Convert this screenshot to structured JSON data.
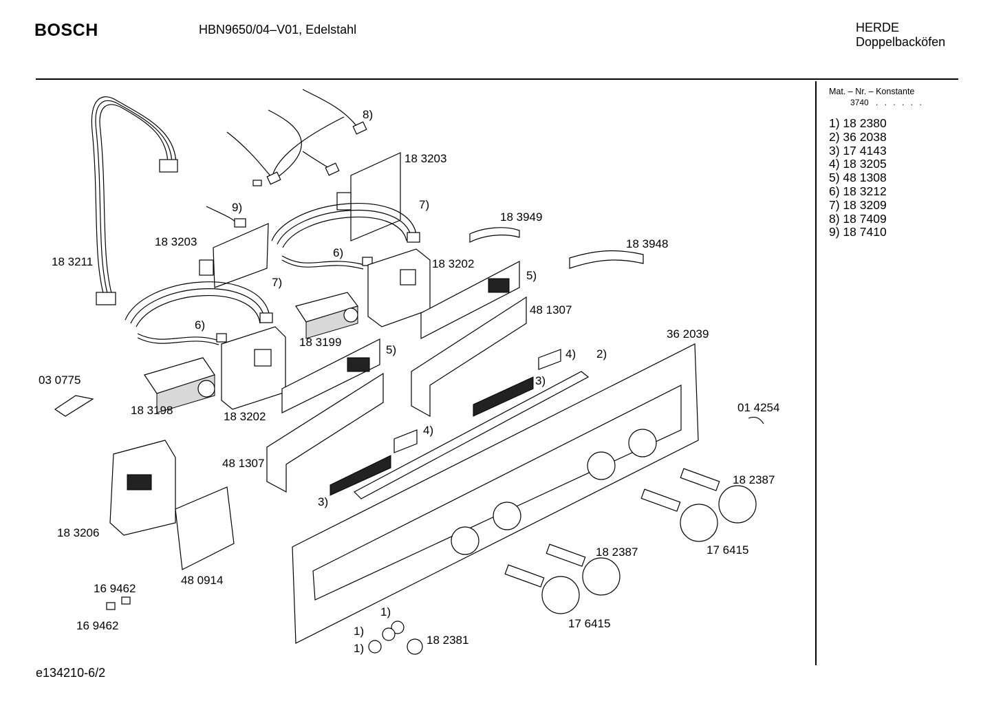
{
  "header": {
    "brand": "BOSCH",
    "model": "HBN9650/04–V01, Edelstahl",
    "category_line1": "HERDE",
    "category_line2": "Doppelbacköfen"
  },
  "legend": {
    "konstante_label": "Mat. – Nr. – Konstante",
    "konstante_value": "3740",
    "konstante_dots": ". .   . . . .",
    "items": [
      "1)  18 2380",
      "2)  36 2038",
      "3)  17 4143",
      "4)  18 3205",
      "5)  48 1308",
      "6)  18 3212",
      "7)  18 3209",
      "8)  18 7409",
      "9)  18 7410"
    ]
  },
  "diagram": {
    "labels": {
      "l_8": "8)",
      "l_183203_a": "18 3203",
      "l_7_a": "7)",
      "l_9": "9)",
      "l_183949": "18 3949",
      "l_183203_b": "18 3203",
      "l_183948": "18 3948",
      "l_183211": "18 3211",
      "l_6_a": "6)",
      "l_183202_a": "18 3202",
      "l_7_b": "7)",
      "l_5_a": "5)",
      "l_481307_a": "48 1307",
      "l_6_b": "6)",
      "l_183199": "18 3199",
      "l_362039": "36 2039",
      "l_5_b": "5)",
      "l_4_a": "4)",
      "l_2": "2)",
      "l_3_a": "3)",
      "l_030775": "03 0775",
      "l_183198": "18 3198",
      "l_183202_b": "18 3202",
      "l_014254": "01 4254",
      "l_4_b": "4)",
      "l_481307_b": "48 1307",
      "l_182387_a": "18 2387",
      "l_3_b": "3)",
      "l_183206": "18 3206",
      "l_182387_b": "18 2387",
      "l_176415_a": "17 6415",
      "l_169462_a": "16 9462",
      "l_480914": "48 0914",
      "l_1_a": "1)",
      "l_1_b": "1)",
      "l_182381": "18 2381",
      "l_1_c": "1)",
      "l_169462_b": "16 9462",
      "l_176415_b": "17 6415"
    }
  },
  "footer": {
    "code": "e134210-6/2"
  }
}
